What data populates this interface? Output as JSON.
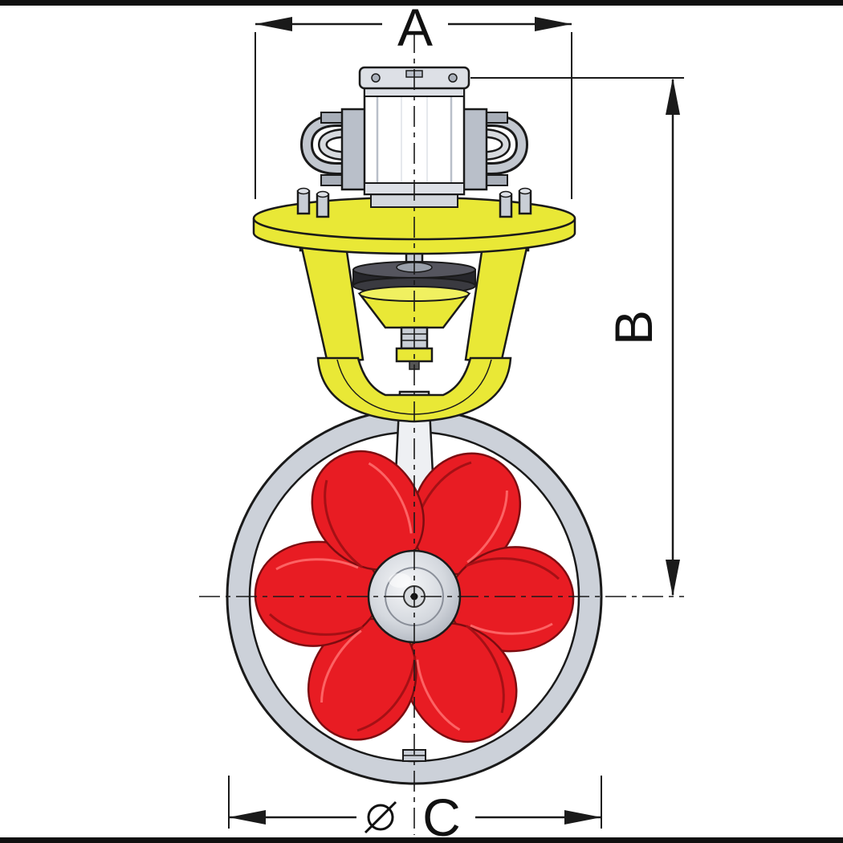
{
  "diagram": {
    "dimension_labels": {
      "width_a": "A",
      "height_b": "B",
      "diameter_c": "C"
    },
    "colors": {
      "housing_yellow": "#e9e836",
      "propeller_red": "#e81c23",
      "metal_gray": "#c9ced6",
      "line_black": "#1a1a1a",
      "background": "#ffffff"
    }
  }
}
